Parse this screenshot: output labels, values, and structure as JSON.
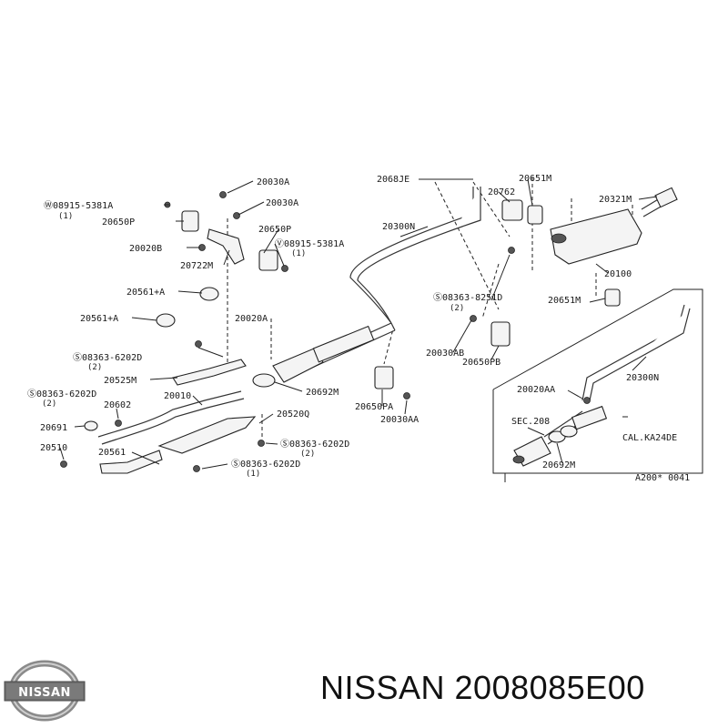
{
  "callouts": {
    "c1": "20030A",
    "c2": "Ⓦ08915-5381A",
    "c3": "(1)",
    "c4": "20030A",
    "c5": "20650P",
    "c6": "20650P",
    "c7": "20020B",
    "c8": "Ⓥ08915-5381A",
    "c9": "(1)",
    "c10": "20722M",
    "c11": "20561+A",
    "c12": "20561+A",
    "c13": "20020A",
    "c14": "Ⓢ08363-6202D",
    "c15": "(2)",
    "c16": "20525M",
    "c17": "Ⓢ08363-6202D",
    "c18": "(2)",
    "c19": "20010",
    "c20": "20602",
    "c21": "20692M",
    "c22": "20691",
    "c23": "20520Q",
    "c24": "20510",
    "c25": "Ⓢ08363-6202D",
    "c26": "(2)",
    "c27": "20561",
    "c28": "Ⓢ08363-6202D",
    "c29": "(1)",
    "c30": "2068JE",
    "c31": "20300N",
    "c32": "20762",
    "c33": "20651M",
    "c34": "20321M",
    "c35": "20100",
    "c36": "Ⓢ08363-8251D",
    "c37": "(2)",
    "c38": "20651M",
    "c39": "20030AB",
    "c40": "20650PB",
    "c41": "20650PA",
    "c42": "20030AA",
    "c43": "20020AA",
    "c44": "20300N",
    "c45": "SEC.208",
    "c46": "CAL.KA24DE",
    "c47": "20692M",
    "c48": "A200* 0041"
  },
  "brand": {
    "logo_text": "NISSAN",
    "part_number": "NISSAN 2008085E00"
  }
}
